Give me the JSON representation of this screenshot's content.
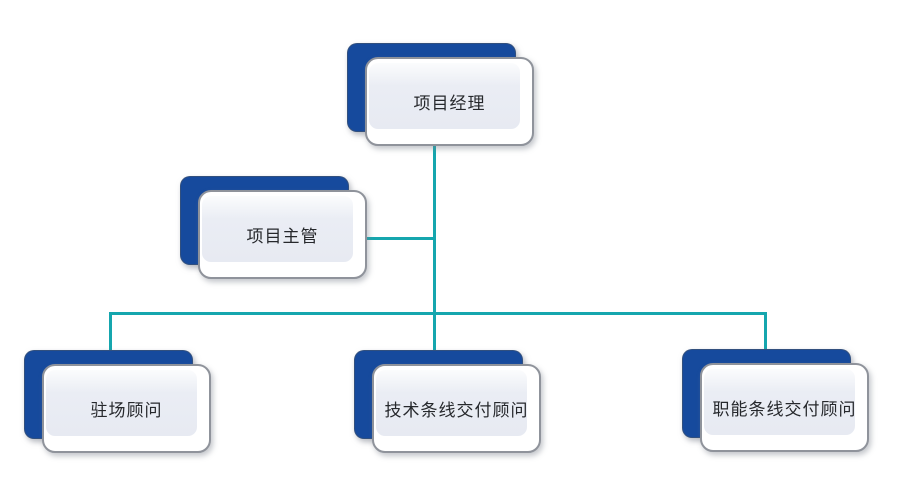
{
  "diagram": {
    "type": "org-chart",
    "colors": {
      "connector_teal": "#15A6AE",
      "node_back_blue": "#164A9D",
      "card_fill": "#E9ECF3",
      "card_border": "#8F939B",
      "text": "#26282C",
      "background": "#FFFFFF"
    },
    "nodes": [
      {
        "id": "project-manager",
        "label": "项目经理",
        "level": 1
      },
      {
        "id": "project-supervisor",
        "label": "项目主管",
        "level": 2
      },
      {
        "id": "onsite-consultant",
        "label": "驻场顾问",
        "level": 3
      },
      {
        "id": "tech-line-delivery-consultant",
        "label": "技术条线交付顾问",
        "level": 3
      },
      {
        "id": "functional-line-delivery-consultant",
        "label": "职能条线交付顾问",
        "level": 3
      }
    ],
    "edges": [
      {
        "from": "project-manager",
        "to": "project-supervisor"
      },
      {
        "from": "project-manager",
        "to": "onsite-consultant"
      },
      {
        "from": "project-manager",
        "to": "tech-line-delivery-consultant"
      },
      {
        "from": "project-manager",
        "to": "functional-line-delivery-consultant"
      }
    ]
  }
}
